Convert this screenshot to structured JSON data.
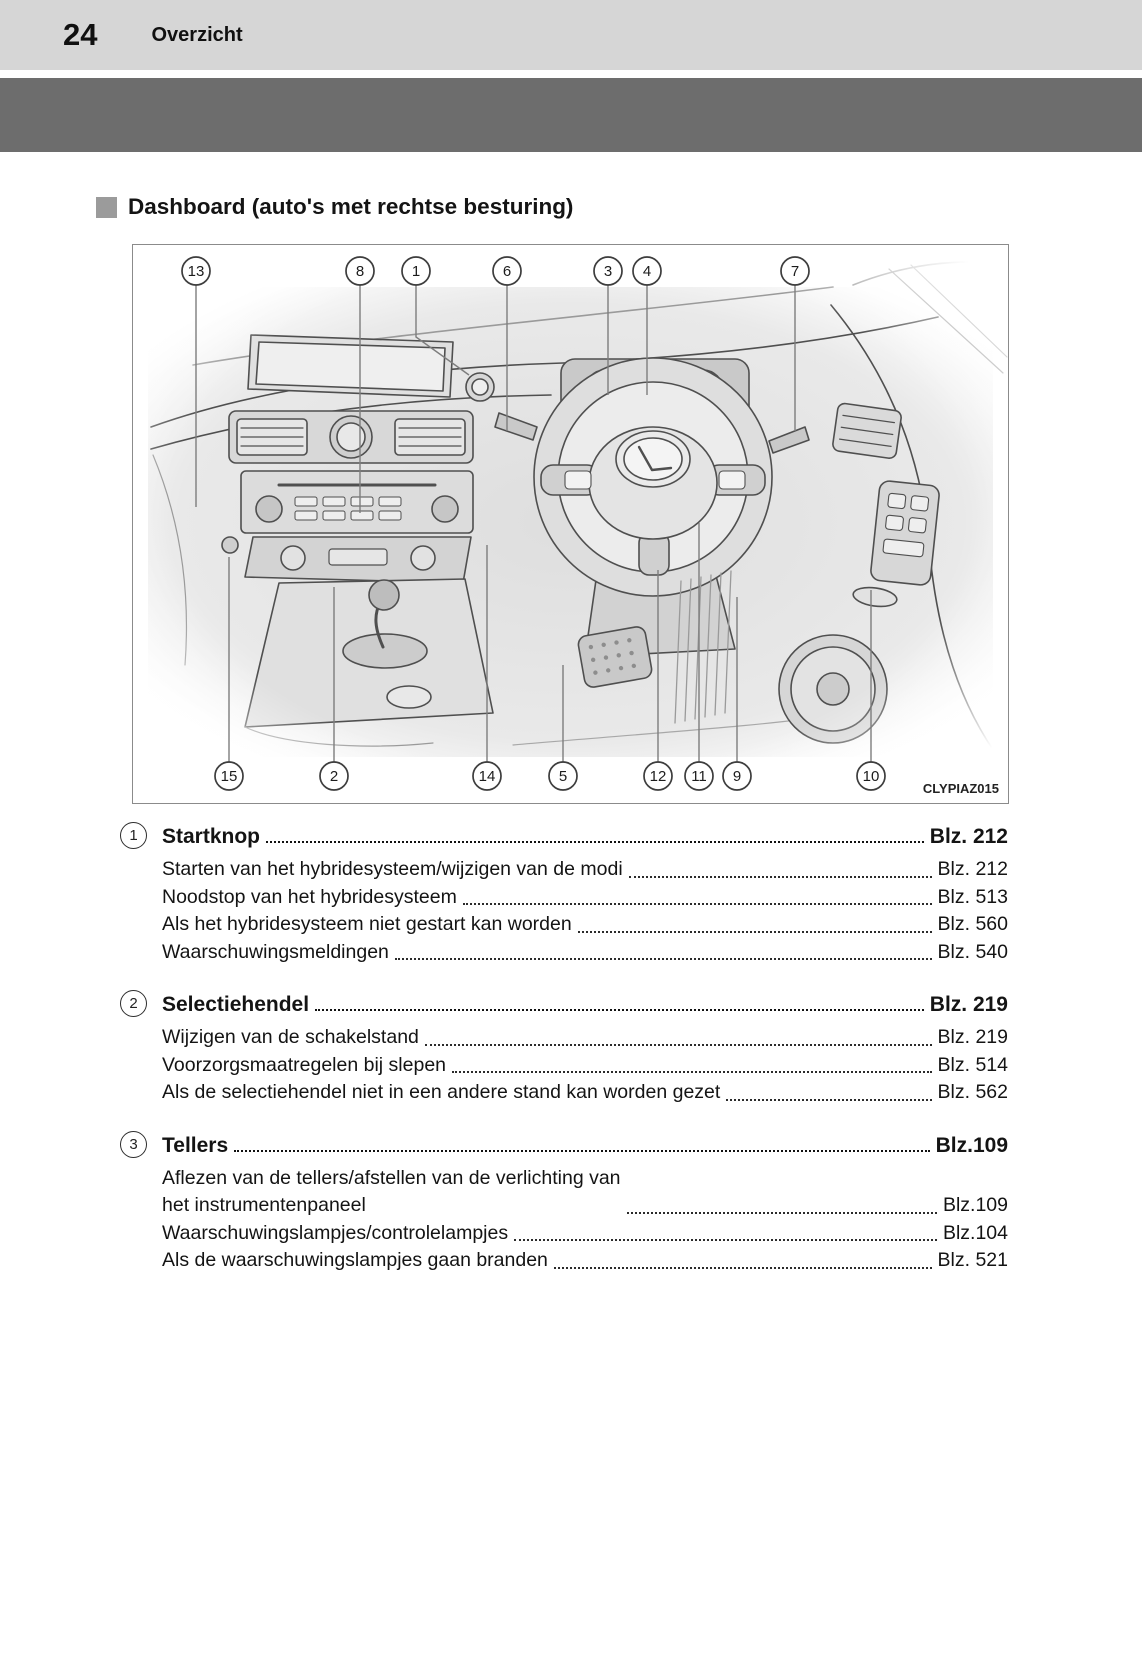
{
  "page": {
    "number": "24",
    "section": "Overzicht"
  },
  "heading": "Dashboard (auto's met rechtse besturing)",
  "figure": {
    "code": "CLYPIAZ015",
    "callouts_top": [
      "13",
      "8",
      "1",
      "6",
      "3",
      "4",
      "7"
    ],
    "callouts_bottom": [
      "15",
      "2",
      "14",
      "5",
      "12",
      "11",
      "9",
      "10"
    ]
  },
  "items": [
    {
      "num": "1",
      "title": "Startknop",
      "page": "Blz. 212",
      "subs": [
        {
          "text": "Starten van het hybridesysteem/wijzigen van de modi",
          "page": "Blz. 212"
        },
        {
          "text": "Noodstop van het hybridesysteem",
          "page": "Blz. 513"
        },
        {
          "text": "Als het hybridesysteem niet gestart kan worden",
          "page": "Blz. 560"
        },
        {
          "text": "Waarschuwingsmeldingen",
          "page": "Blz. 540"
        }
      ]
    },
    {
      "num": "2",
      "title": "Selectiehendel",
      "page": "Blz. 219",
      "subs": [
        {
          "text": "Wijzigen van de schakelstand",
          "page": "Blz. 219"
        },
        {
          "text": "Voorzorgsmaatregelen bij slepen",
          "page": "Blz. 514"
        },
        {
          "text": "Als de selectiehendel niet in een andere stand kan worden gezet",
          "page": "Blz. 562"
        }
      ]
    },
    {
      "num": "3",
      "title": "Tellers",
      "page": "Blz.109",
      "subs": [
        {
          "text": "Aflezen van de tellers/afstellen van de verlichting van",
          "text2": "het instrumentenpaneel",
          "page": "Blz.109"
        },
        {
          "text": "Waarschuwingslampjes/controlelampjes",
          "page": "Blz.104"
        },
        {
          "text": "Als de waarschuwingslampjes gaan branden",
          "page": "Blz. 521"
        }
      ]
    }
  ]
}
